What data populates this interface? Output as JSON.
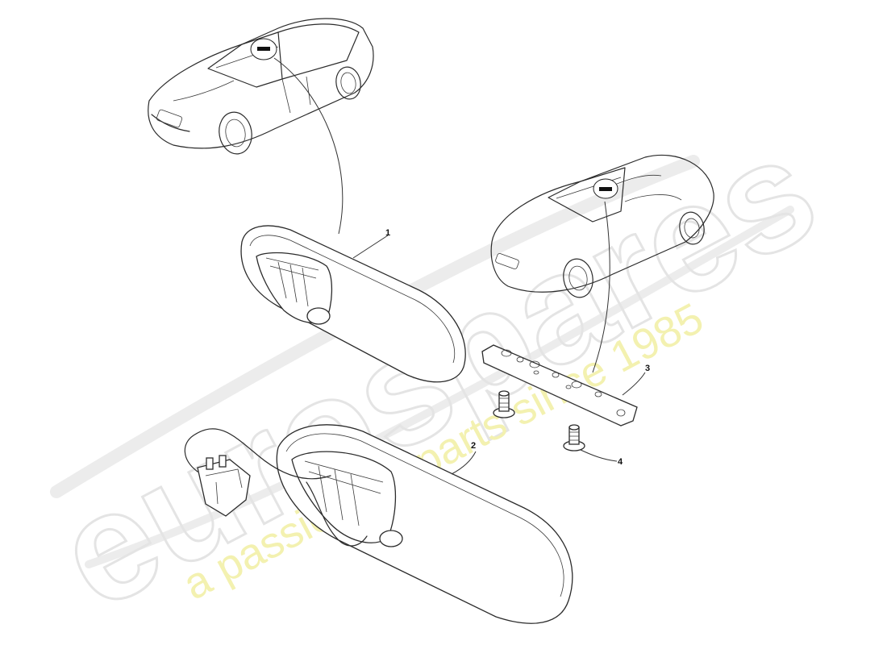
{
  "watermark": {
    "brand": "eurospares",
    "tagline": "a passion for parts since 1985",
    "colors": {
      "brand_outline": "#e4e4e4",
      "tagline_fill": "#f3f1b0"
    }
  },
  "callouts": [
    {
      "id": "1",
      "label": "1"
    },
    {
      "id": "2",
      "label": "2"
    },
    {
      "id": "3",
      "label": "3"
    },
    {
      "id": "4",
      "label": "4"
    }
  ],
  "views": {
    "coupe": "car-coupe-view",
    "roadster": "car-roadster-view"
  },
  "parts": {
    "mirror_upper": "rear-view-mirror",
    "mirror_lower": "rear-view-mirror-with-wiring",
    "bracket": "mounting-bracket",
    "screw": "screw"
  }
}
